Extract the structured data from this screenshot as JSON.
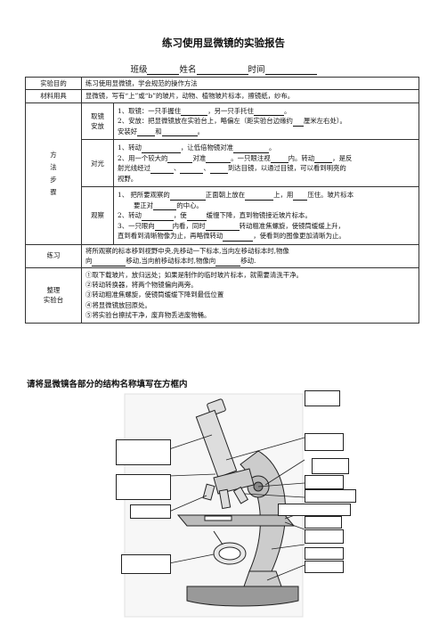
{
  "title": "练习使用显微镜的实验报告",
  "meta": {
    "class_label": "班级",
    "name_label": "姓名",
    "time_label": "时间"
  },
  "rows": {
    "purpose": {
      "label": "实验目的",
      "text": "练习使用显微镜，学会规范的操作方法"
    },
    "materials": {
      "label": "材料用具",
      "text": "显微镜，写有“上”或“b”的玻片，动物、植物玻片标本，擦镜纸，纱布。"
    },
    "method": {
      "label": "方法步骤",
      "take": {
        "label1": "取镜",
        "label2": "安放",
        "l1a": "1、取镜：一只手握住",
        "l1b": "，另一只手托住",
        "l1c": "。",
        "l2a": "2、安放：把显微镜放在实验台上，略偏左（距实验台边缘约",
        "l2b": "厘米左右处）。",
        "l3a": "安装好",
        "l3b": "和",
        "l3c": "。"
      },
      "light": {
        "label": "对光",
        "l1a": "1、转动",
        "l1b": "，让低倍物镜对准",
        "l1c": "。",
        "l2a": "2、用一个较大的",
        "l2b": "对准",
        "l2c": "。一只眼注视",
        "l2d": "内。转动",
        "l2e": "，是反",
        "l3a": "射光线经过",
        "l3b": "、",
        "l3c": "、",
        "l3d": "到达目镜，以通过目镜，可以看到明亮的",
        "l4": "视野。"
      },
      "observe": {
        "label": "观察",
        "l1a": "1、 把所要观察的",
        "l1b": "正面朝上放在",
        "l1c": "上，用",
        "l1d": "压住。玻片标本",
        "l2a": "要正对",
        "l2b": "的中心。",
        "l3a": "2、转动",
        "l3b": "，使",
        "l3c": "缓慢下降，直到物镜接近玻片标本。",
        "l4a": "3、一只眼向",
        "l4b": "内看，同时",
        "l4c": "转动粗准焦螺旋，使镜筒缓缓上升，",
        "l5a": "直到看到清晰物像为止，再略微转动",
        "l5b": "，使看到的图像更加清晰为止。"
      }
    },
    "practice": {
      "label": "练习",
      "l1": "将所观察的标本移到视野中央,先移动一下标本,当向左移动标本时,物像",
      "l2a": "向",
      "l2b": "移动,当向前移动标本时,物像向",
      "l2c": "移动."
    },
    "tidy": {
      "label1": "整理",
      "label2": "实验台",
      "items": [
        "①取下载玻片，放归远处；如果是制作的临时玻片标本，就需要清洗干净。",
        "②转动转换器，将两个物镜偏向两旁。",
        "③转动粗准焦螺旋，使镜筒缓缓下降到最低位置",
        "④将显微镜放回原处。",
        "⑤将实验台擦拭干净，废弃物丢进废物桶。"
      ]
    }
  },
  "diagram_title": "请将显微镜各部分的结构名称填写在方框内"
}
